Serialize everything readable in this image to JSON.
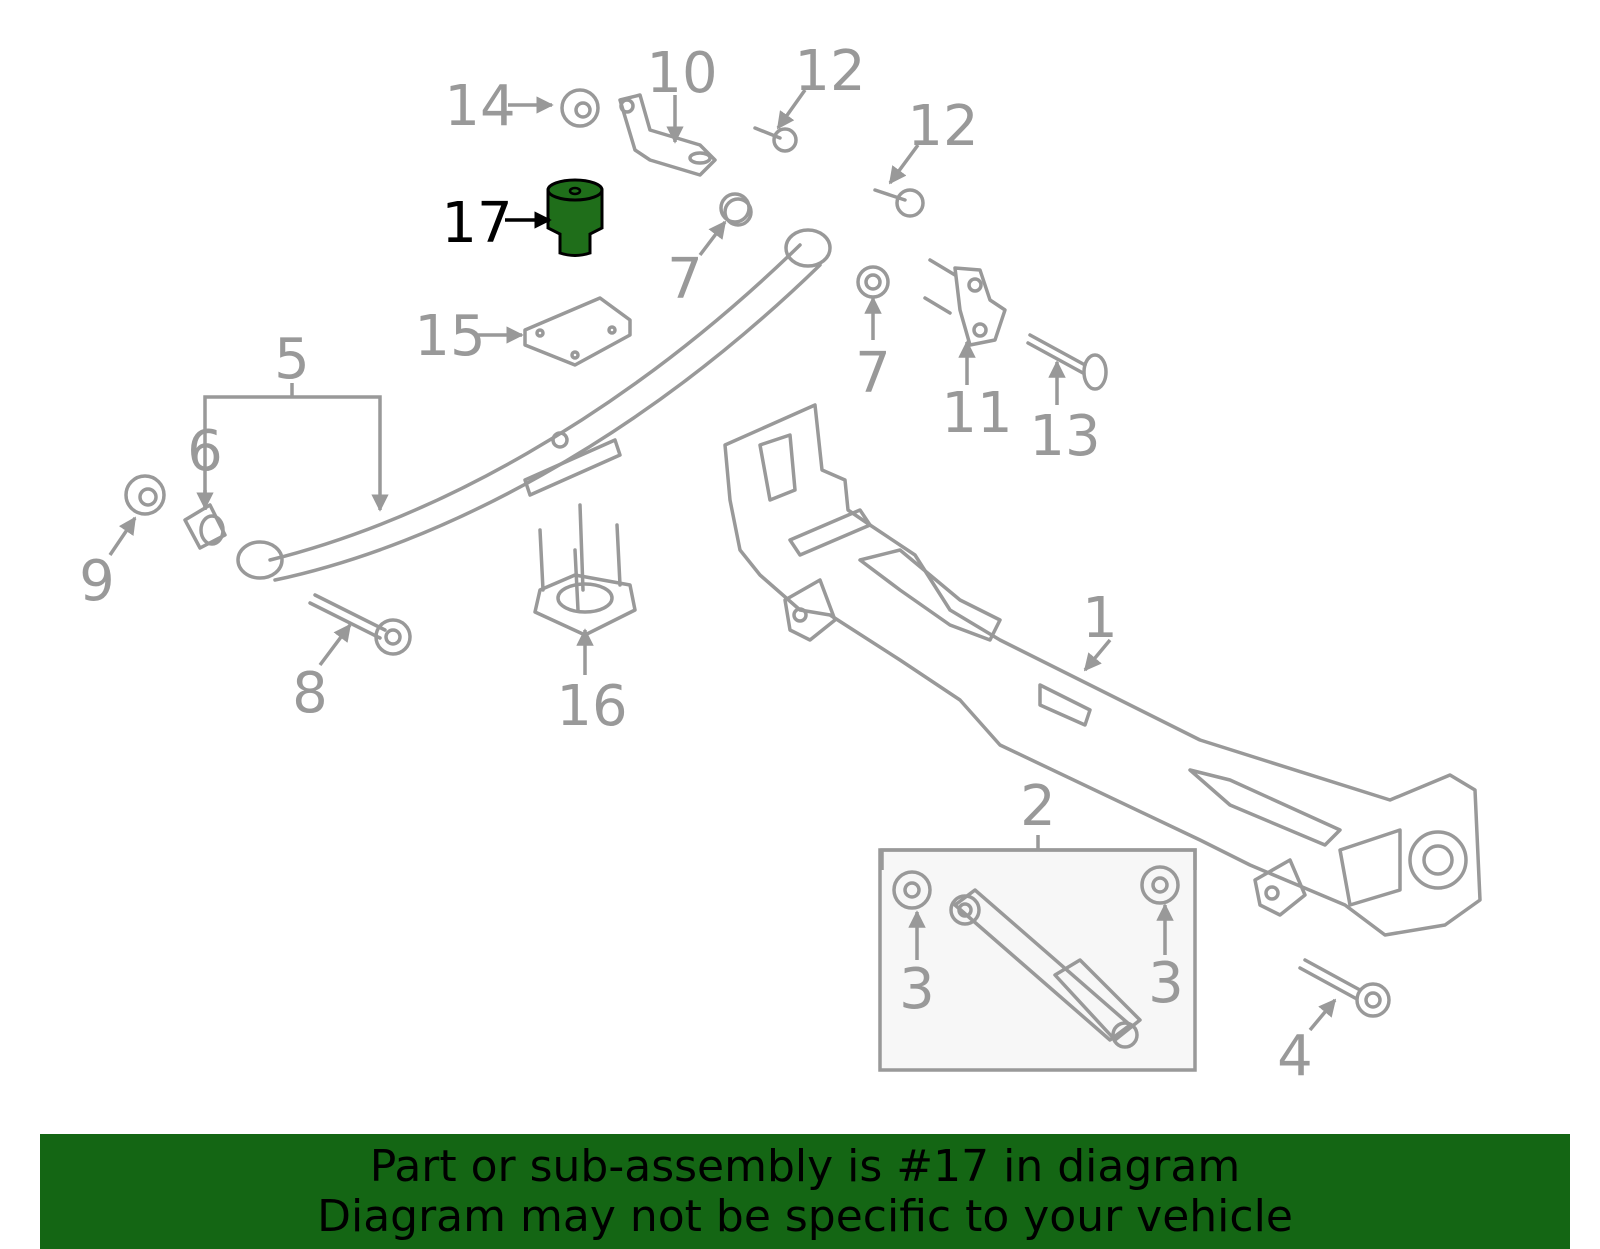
{
  "diagram": {
    "highlight_color": "#1f6e1a",
    "callouts": {
      "c1": "1",
      "c2": "2",
      "c3a": "3",
      "c3b": "3",
      "c4": "4",
      "c5": "5",
      "c6": "6",
      "c7a": "7",
      "c7b": "7",
      "c8": "8",
      "c9": "9",
      "c10": "10",
      "c11": "11",
      "c12a": "12",
      "c12b": "12",
      "c13": "13",
      "c14": "14",
      "c15": "15",
      "c16": "16",
      "c17": "17"
    }
  },
  "banner": {
    "line1": "Part or sub-assembly is #17 in diagram",
    "line2": "Diagram may not be specific to your vehicle",
    "background": "#146614"
  }
}
